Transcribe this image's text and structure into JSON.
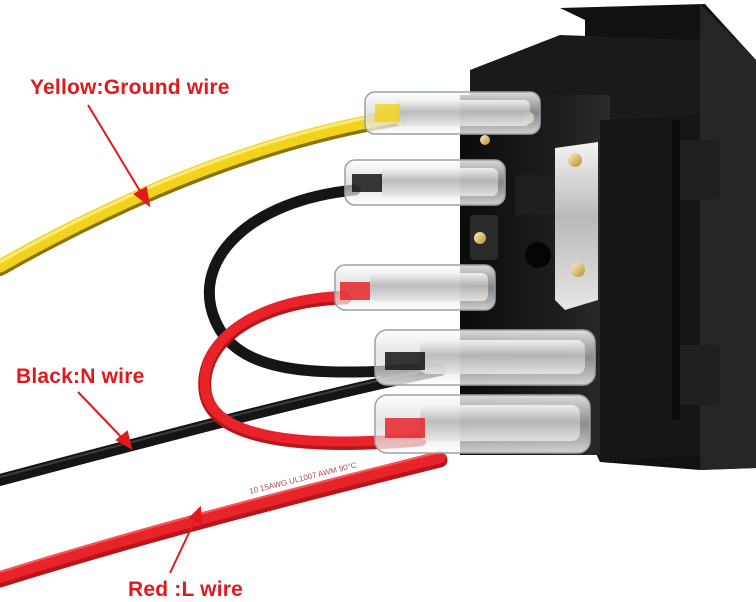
{
  "labels": {
    "yellow": "Yellow:Ground wire",
    "black": "Black:N wire",
    "red": "Red :L wire"
  },
  "colors": {
    "annotation": "#e0191c",
    "yellow_wire": "#f2d21a",
    "black_wire": "#151515",
    "red_wire": "#e8242a",
    "connector_body": "#141414"
  },
  "printed_marks": {
    "red_wire_print": "10 15AWG UL1007 AWM 90°C"
  }
}
